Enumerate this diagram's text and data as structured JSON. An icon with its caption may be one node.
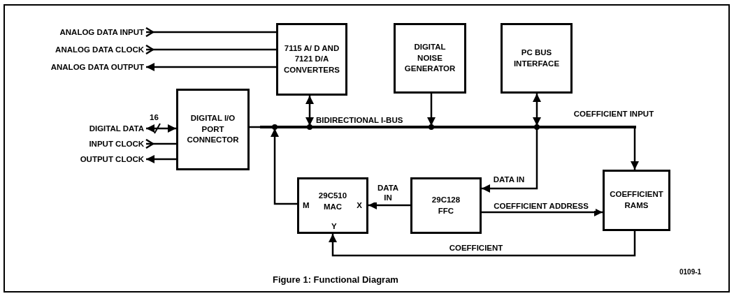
{
  "diagram": {
    "caption": "Figure 1: Functional Diagram",
    "nodes": [
      {
        "text": [
          "ANALOG DATA INPUT"
        ]
      },
      {
        "text": [
          "ANALOG DATA CLOCK"
        ]
      },
      {
        "text": [
          "ANALOG DATA OUTPUT"
        ]
      },
      {
        "text": [
          "7115 A/ D AND 7121 D/A CONVERTERS"
        ]
      },
      {
        "text": [
          "DIGITAL NOISE GENERATOR"
        ]
      },
      {
        "text": [
          "PC BUS INTERFACE"
        ]
      },
      {
        "text": [
          "DIGITAL I/O PORT CONNECTOR"
        ]
      },
      {
        "text": [
          "DIGITAL DATA"
        ]
      },
      {
        "text": [
          "INPUT CLOCK"
        ]
      },
      {
        "text": [
          "OUTPUT CLOCK"
        ]
      },
      {
        "text": [
          "M",
          "29C510 MAC",
          "X",
          "Y"
        ]
      },
      {
        "text": [
          "29C128 FFC"
        ]
      },
      {
        "text": [
          "COEFFICIENT RAMS"
        ]
      },
      {
        "text": [],
        "shape": "bar"
      }
    ],
    "edges": [
      {
        "from": 0,
        "to": 3,
        "arrow": "other"
      },
      {
        "from": 1,
        "to": 3,
        "arrow": "other"
      },
      {
        "from": 3,
        "to": 2,
        "arrow": "to"
      },
      {
        "from": 3,
        "to": 13,
        "arrow": "both"
      },
      {
        "from": 4,
        "to": 13,
        "arrow": "to"
      },
      {
        "from": 5,
        "to": 13,
        "arrow": "both"
      },
      {
        "from": 6,
        "to": 13,
        "arrow": "none"
      },
      {
        "from": 13,
        "to": 12,
        "arrow": "to",
        "label": "COEFFICIENT INPUT"
      },
      {
        "from": 13,
        "to": 11,
        "arrow": "to",
        "label": "DATA IN"
      },
      {
        "from": 10,
        "to": 13,
        "arrow": "to"
      },
      {
        "from": 11,
        "to": 10,
        "arrow": "to",
        "label": "DATA IN"
      },
      {
        "from": 11,
        "to": 12,
        "arrow": "to",
        "label": "COEFFICIENT ADDRESS"
      },
      {
        "from": 12,
        "to": 10,
        "arrow": "to",
        "label": "COEFFICIENT"
      },
      {
        "from": 7,
        "to": 6,
        "arrow": "both"
      },
      {
        "from": 8,
        "to": 6,
        "arrow": "other"
      },
      {
        "from": 6,
        "to": 9,
        "arrow": "to"
      }
    ],
    "labels": [
      "16",
      "BIDIRECTIONAL I-BUS",
      "0109-1"
    ]
  }
}
